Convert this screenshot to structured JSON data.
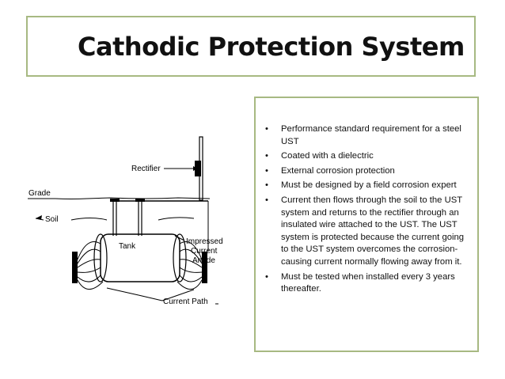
{
  "slide": {
    "title": "Cathodic Protection System"
  },
  "bullets": [
    "Performance standard requirement for a steel UST",
    "Coated with a dielectric",
    "External  corrosion protection",
    "Must be designed by a field corrosion expert",
    "Current then flows through the soil to the UST system and returns to the rectifier through an insulated wire attached to the UST. The UST system is protected because the current going to the UST system overcomes the corrosion-causing current normally flowing away from it.",
    "Must be tested when installed every 3 years thereafter."
  ],
  "bullet_glyph": "•",
  "diagram": {
    "labels": {
      "rectifier": "Rectifier",
      "grade": "Grade",
      "soil": "Soil",
      "tank": "Tank",
      "anode": "Impressed\nCurrent\nAnode",
      "anode_l1": "Impressed",
      "anode_l2": "Current",
      "anode_l3": "Anode",
      "current_path": "Current Path"
    }
  },
  "colors": {
    "frame": "#a7b982",
    "text": "#111111"
  }
}
